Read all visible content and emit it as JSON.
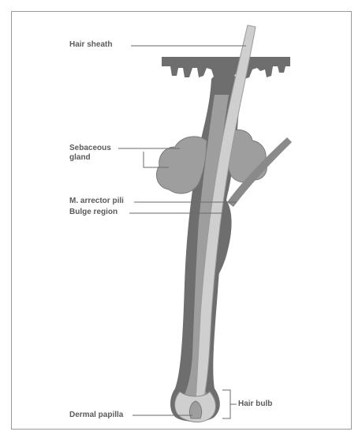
{
  "labels": {
    "hair_sheath": "Hair sheath",
    "sebaceous_line1": "Sebaceous",
    "sebaceous_line2": "gland",
    "arrector_pili": "M. arrector pili",
    "bulge_region": "Bulge region",
    "hair_bulb": "Hair bulb",
    "dermal_papilla": "Dermal papilla"
  },
  "colors": {
    "dark_tissue": "#6e6e6e",
    "mid_tissue": "#9e9e9e",
    "light_shaft": "#cfcfcf",
    "label_text": "#5a5a5a",
    "frame_border": "#9a9a9a"
  }
}
